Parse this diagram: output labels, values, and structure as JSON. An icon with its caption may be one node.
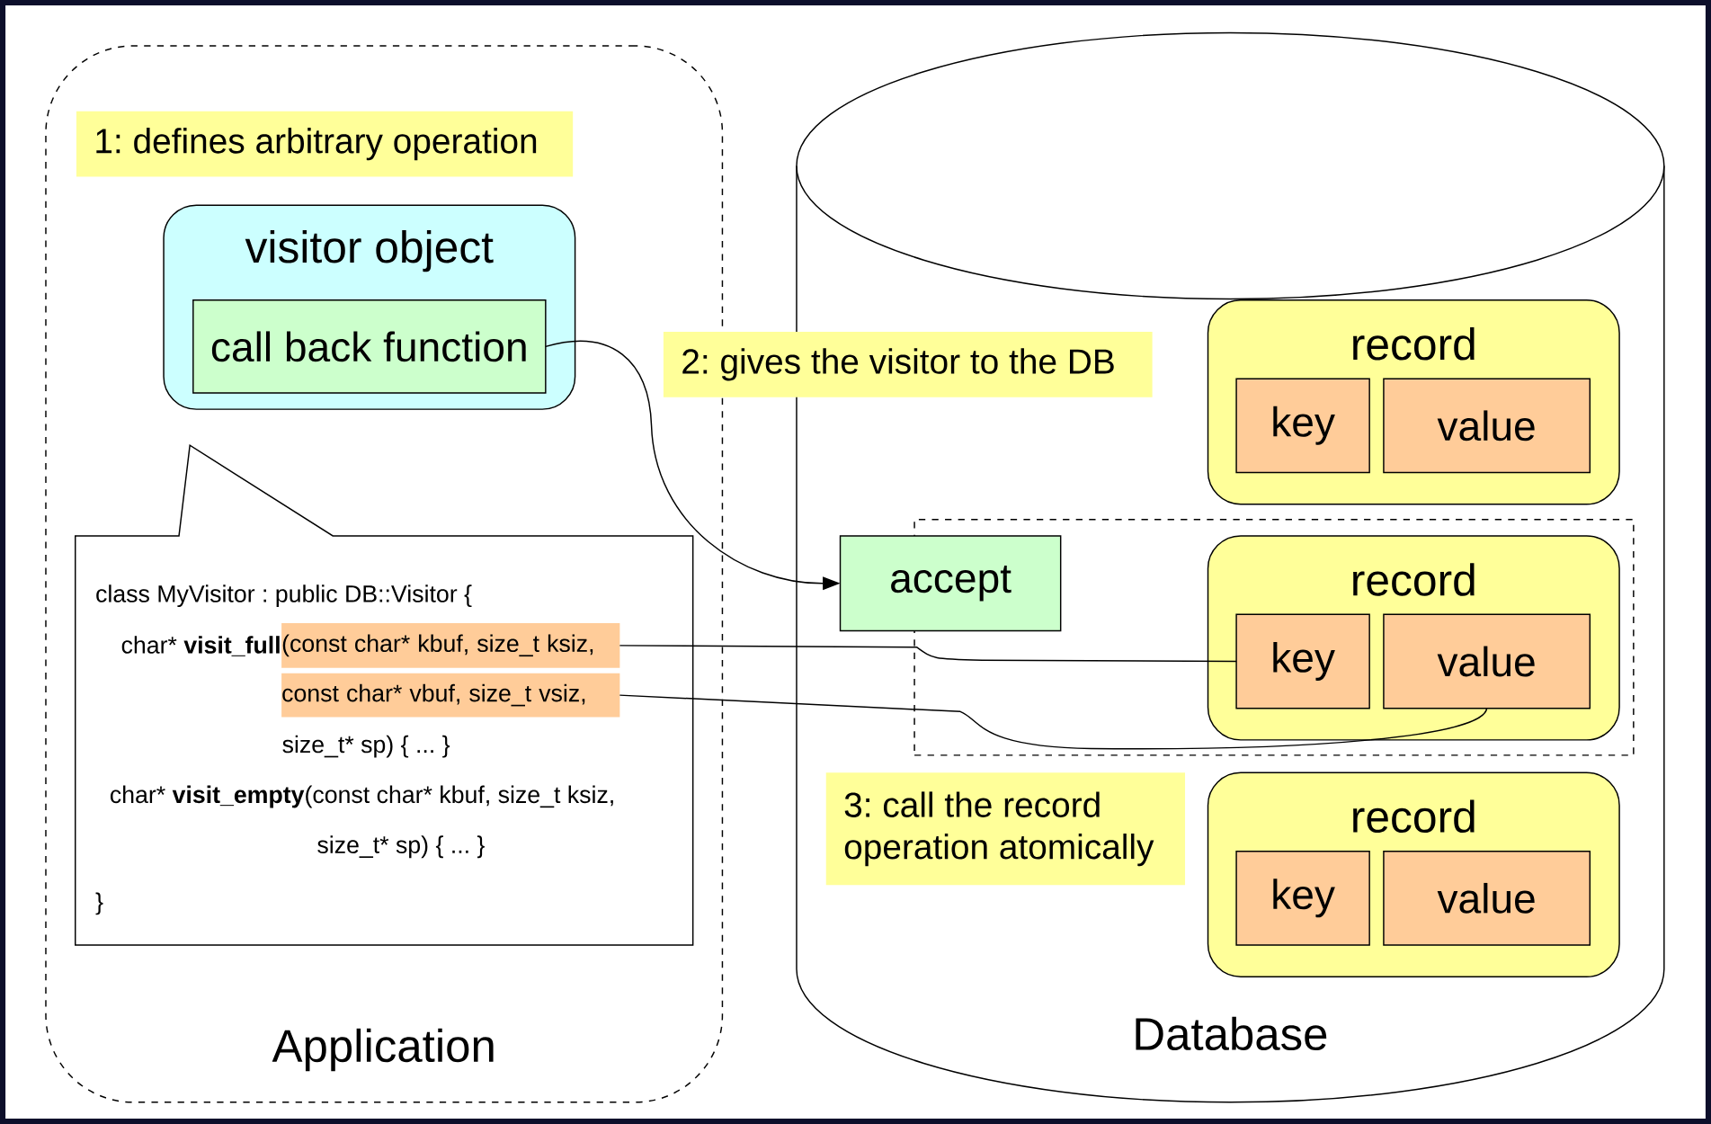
{
  "diagram": {
    "nodes": [
      {
        "text": [
          "Application"
        ]
      },
      {
        "text": [
          "1: defines arbitrary operation"
        ],
        "in": 0
      },
      {
        "text": [
          "visitor object"
        ],
        "in": 0
      },
      {
        "text": [
          "call back function"
        ],
        "in": 2
      },
      {
        "text": [
          "class MyVisitor : public DB::Visitor {",
          "char* **visit_full**",
          "size_t* sp) { ... }",
          "char* **visit_empty**(const char* kbuf, size_t ksiz,",
          "size_t* sp) { ... }",
          "}"
        ],
        "in": 0
      },
      {
        "text": [
          "(const char* kbuf, size_t ksiz,"
        ],
        "in": 4
      },
      {
        "text": [
          "const char* vbuf, size_t vsiz,"
        ],
        "in": 4
      },
      {
        "text": [
          "Database"
        ]
      },
      {
        "text": [
          "2: gives the visitor to the DB"
        ]
      },
      {
        "text": [
          "record"
        ],
        "in": 7
      },
      {
        "text": [
          "key"
        ],
        "in": 9
      },
      {
        "text": [
          "value"
        ],
        "in": 9
      },
      {
        "text": [],
        "shape": "box",
        "in": 7
      },
      {
        "text": [
          "accept"
        ],
        "in": 7
      },
      {
        "text": [
          "record"
        ],
        "in": 12
      },
      {
        "text": [
          "key"
        ],
        "in": 14
      },
      {
        "text": [
          "value"
        ],
        "in": 14
      },
      {
        "text": [
          "3: call the record operation atomically"
        ],
        "in": 7
      },
      {
        "text": [
          "record"
        ],
        "in": 7
      },
      {
        "text": [
          "key"
        ],
        "in": 18
      },
      {
        "text": [
          "value"
        ],
        "in": 18
      }
    ],
    "edges": [
      {
        "from": 3,
        "to": 13,
        "arrow": "to"
      },
      {
        "from": 5,
        "to": 15,
        "arrow": "none"
      },
      {
        "from": 6,
        "to": 16,
        "arrow": "none"
      }
    ]
  }
}
